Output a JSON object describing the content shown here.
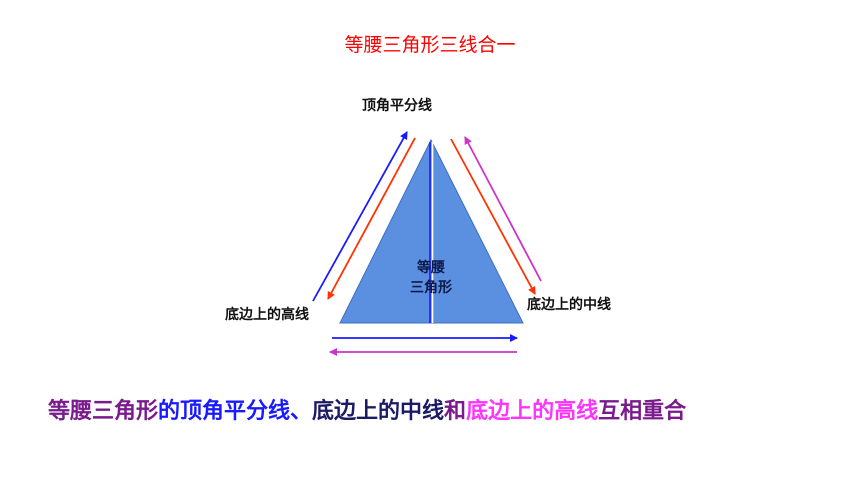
{
  "title": "等腰三角形三线合一",
  "labels": {
    "apex_bisector": "顶角平分线",
    "altitude_on_base": "底边上的高线",
    "median_on_base": "底边上的中线"
  },
  "triangle": {
    "line1": "等腰",
    "line2": "三角形",
    "fill": "#5b8fe0"
  },
  "statement": {
    "part1": "等腰三角形",
    "part2": "的顶角平分线、",
    "part3": "底边上的中线",
    "part4": "和",
    "part5": "底边上的高线",
    "part6": "互相重合"
  },
  "colors": {
    "title": "#ff0000",
    "part1": "#7a1a8c",
    "part2": "#1a1aff",
    "part3": "#1a1a66",
    "part4": "#7a1a8c",
    "part5": "#ff33ff",
    "part6": "#7a1a8c",
    "arrow_blue": "#1a1aff",
    "arrow_red": "#ff3300",
    "arrow_magenta": "#cc33cc"
  }
}
